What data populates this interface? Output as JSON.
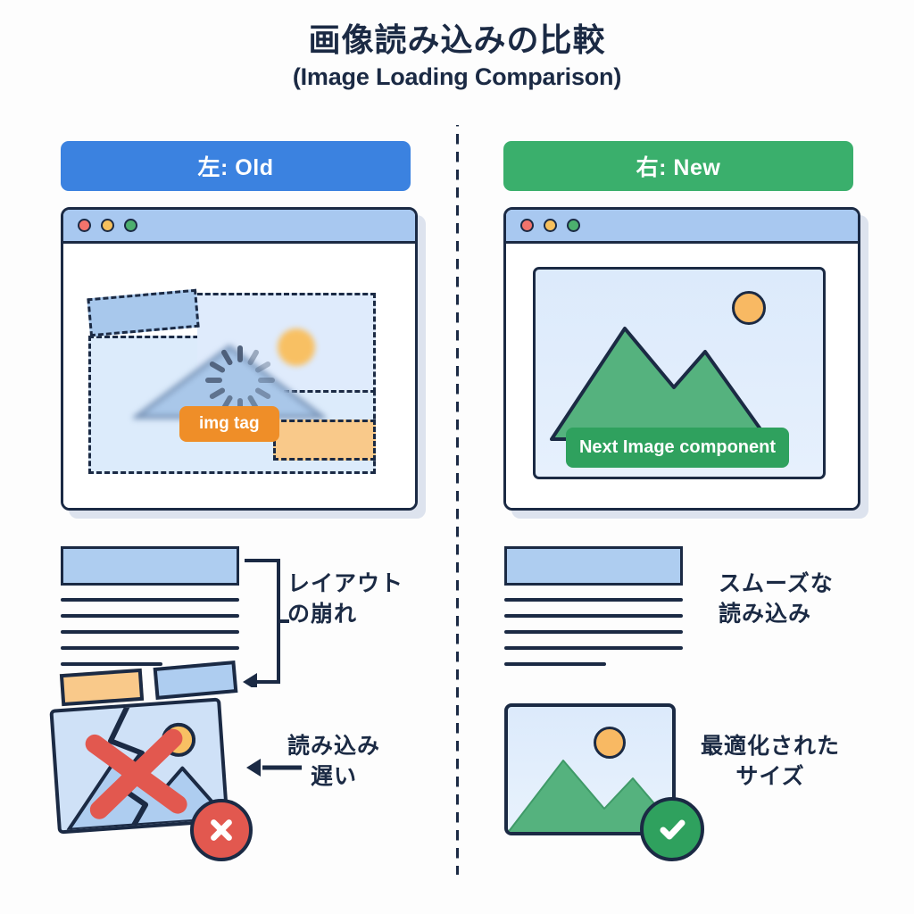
{
  "title": {
    "jp": "画像読み込みの比較",
    "en": "(Image Loading Comparison)"
  },
  "colors": {
    "old_header": "#3b82e0",
    "new_header": "#3aaf6c",
    "accent_orange": "#ef8e28",
    "accent_green": "#2fa15e",
    "error_red": "#e2584f",
    "ink": "#1b2a44",
    "light_blue": "#aecdf0",
    "light_orange": "#f9c98a"
  },
  "columns": {
    "left": {
      "header_label": "左: Old",
      "browser": {
        "traffic_lights": [
          "red",
          "amber",
          "green"
        ],
        "badge_label": "img tag",
        "placeholder_state": "blurred-loading"
      },
      "annotations": [
        {
          "id": "layout-shift",
          "line1": "レイアウト",
          "line2": "の崩れ"
        },
        {
          "id": "slow-loading",
          "line1": "読み込み",
          "line2": "遅い"
        }
      ],
      "status_icon": "x-mark"
    },
    "right": {
      "header_label": "右: New",
      "browser": {
        "traffic_lights": [
          "red",
          "amber",
          "green"
        ],
        "badge_label": "Next Image component",
        "placeholder_state": "loaded-sharp"
      },
      "annotations": [
        {
          "id": "smooth-loading",
          "line1": "スムーズな",
          "line2": "読み込み"
        },
        {
          "id": "optimized-size",
          "line1": "最適化された",
          "line2": "サイズ"
        }
      ],
      "status_icon": "check-mark"
    }
  }
}
